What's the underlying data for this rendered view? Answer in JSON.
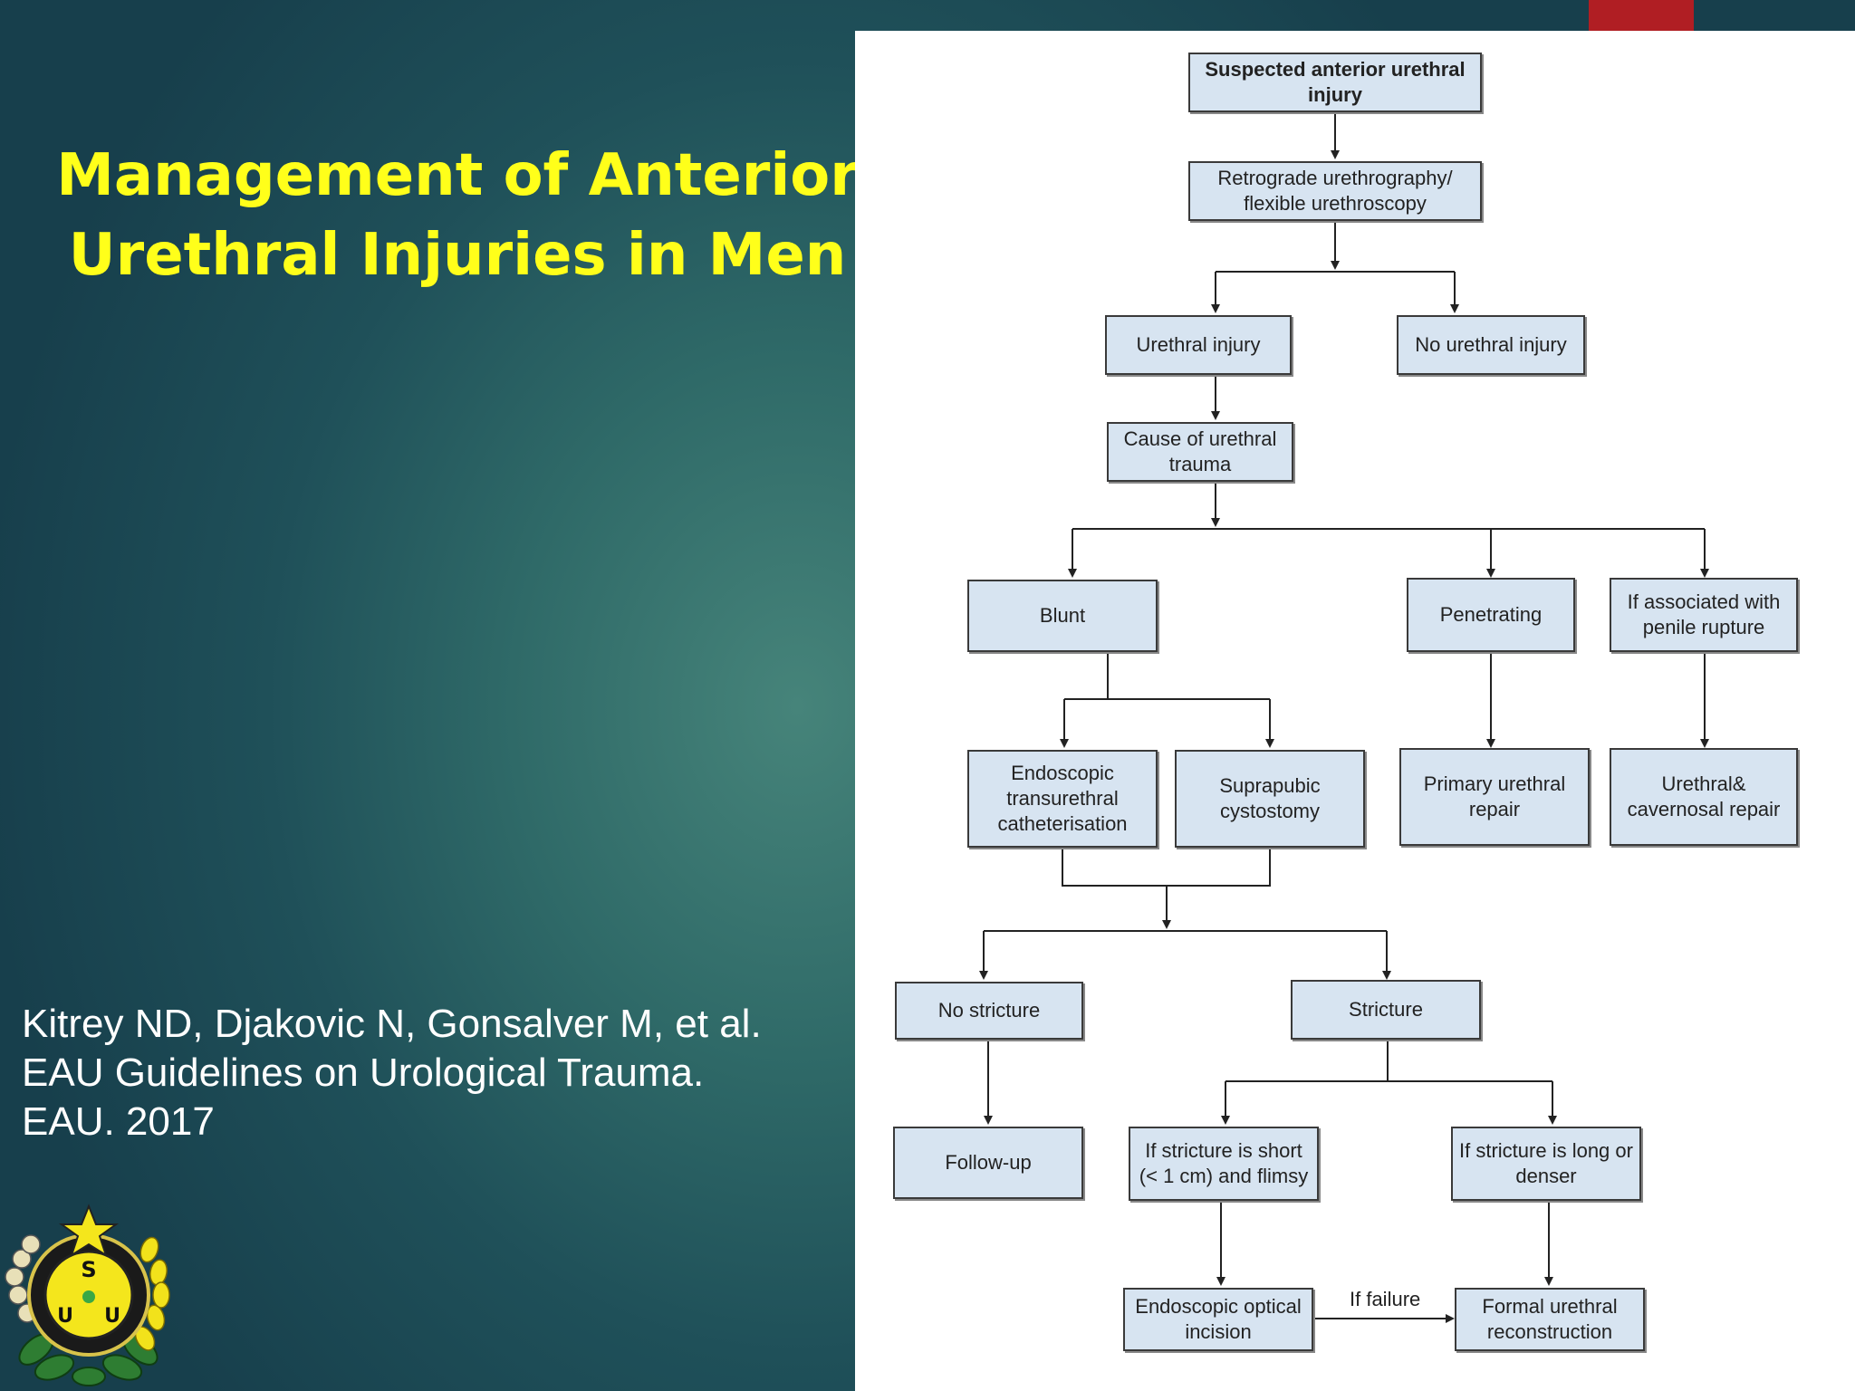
{
  "slide": {
    "title_lines": [
      "Management of Anterior",
      "Urethral Injuries in Men"
    ],
    "citation_lines": [
      "Kitrey ND, Djakovic N, Gonsalver M, et al.",
      "EAU Guidelines on Urological Trauma.",
      "EAU. 2017"
    ],
    "colors": {
      "title": "#ffff1a",
      "citation": "#ffffff",
      "accent": "#b01e23",
      "box_fill": "#d7e4f1"
    },
    "logo": {
      "icon": "university-emblem-icon",
      "letters": [
        "S",
        "U",
        "U"
      ]
    }
  },
  "flowchart": {
    "nodes": {
      "suspected": "Suspected anterior urethral injury",
      "retrograde": "Retrograde urethrography/ flexible urethroscopy",
      "urethral_injury": "Urethral injury",
      "no_urethral_injury": "No urethral injury",
      "cause": "Cause of urethral trauma",
      "blunt": "Blunt",
      "penetrating": "Penetrating",
      "penile_rupture": "If associated with penile rupture",
      "endoscopic_cath": "Endoscopic transurethral catheterisation",
      "suprapubic": "Suprapubic cystostomy",
      "primary_repair": "Primary urethral repair",
      "cavernosal_repair": "Urethral& cavernosal repair",
      "no_stricture": "No stricture",
      "stricture": "Stricture",
      "follow_up": "Follow-up",
      "short_stricture": "If stricture is short (< 1 cm) and flimsy",
      "long_stricture": "If stricture is long or denser",
      "optical_incision": "Endoscopic optical incision",
      "formal_reconstruction": "Formal urethral reconstruction"
    },
    "edge_labels": {
      "if_failure": "If failure"
    }
  }
}
